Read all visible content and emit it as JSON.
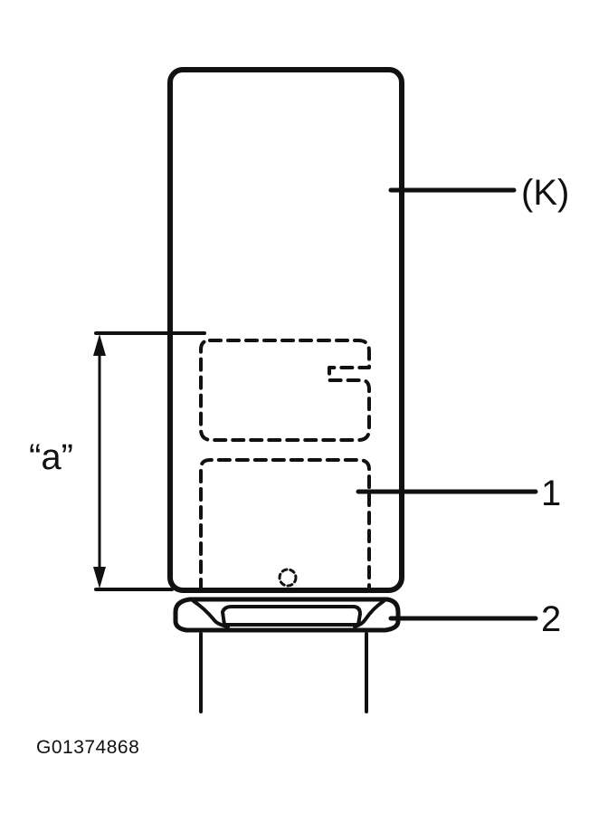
{
  "labels": {
    "tool": "(K)",
    "part_1": "1",
    "part_2": "2",
    "dimension": "“a”"
  },
  "figure_id": "G01374868",
  "colors": {
    "ink": "#111111",
    "background": "#ffffff"
  }
}
